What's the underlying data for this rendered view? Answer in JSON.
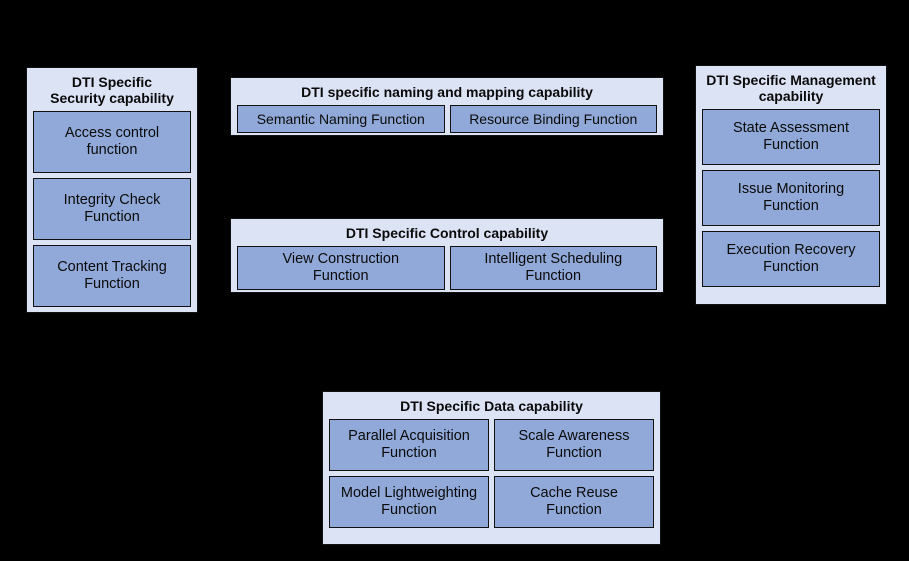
{
  "diagram": {
    "background_color": "#000000",
    "panel_fill_color": "#dce3f4",
    "function_fill_color": "#91a9d8",
    "border_color": "#111111",
    "panels": [
      {
        "id": "security",
        "title": "DTI Specific\nSecurity capability",
        "columns": 1,
        "functions": [
          "Access control\nfunction",
          "Integrity Check\nFunction",
          "Content Tracking\nFunction"
        ]
      },
      {
        "id": "naming",
        "title": "DTI specific naming and mapping capability",
        "columns": 2,
        "functions": [
          "Semantic Naming Function",
          "Resource Binding Function"
        ]
      },
      {
        "id": "control",
        "title": "DTI Specific Control capability",
        "columns": 2,
        "functions": [
          "View Construction\nFunction",
          "Intelligent Scheduling\nFunction"
        ]
      },
      {
        "id": "management",
        "title": "DTI Specific Management\ncapability",
        "columns": 1,
        "functions": [
          "State Assessment\nFunction",
          "Issue Monitoring\nFunction",
          "Execution Recovery\nFunction"
        ]
      },
      {
        "id": "data",
        "title": "DTI Specific Data capability",
        "columns": 2,
        "functions": [
          "Parallel Acquisition\nFunction",
          "Scale Awareness\nFunction",
          "Model Lightweighting\nFunction",
          "Cache Reuse\nFunction"
        ]
      }
    ]
  }
}
